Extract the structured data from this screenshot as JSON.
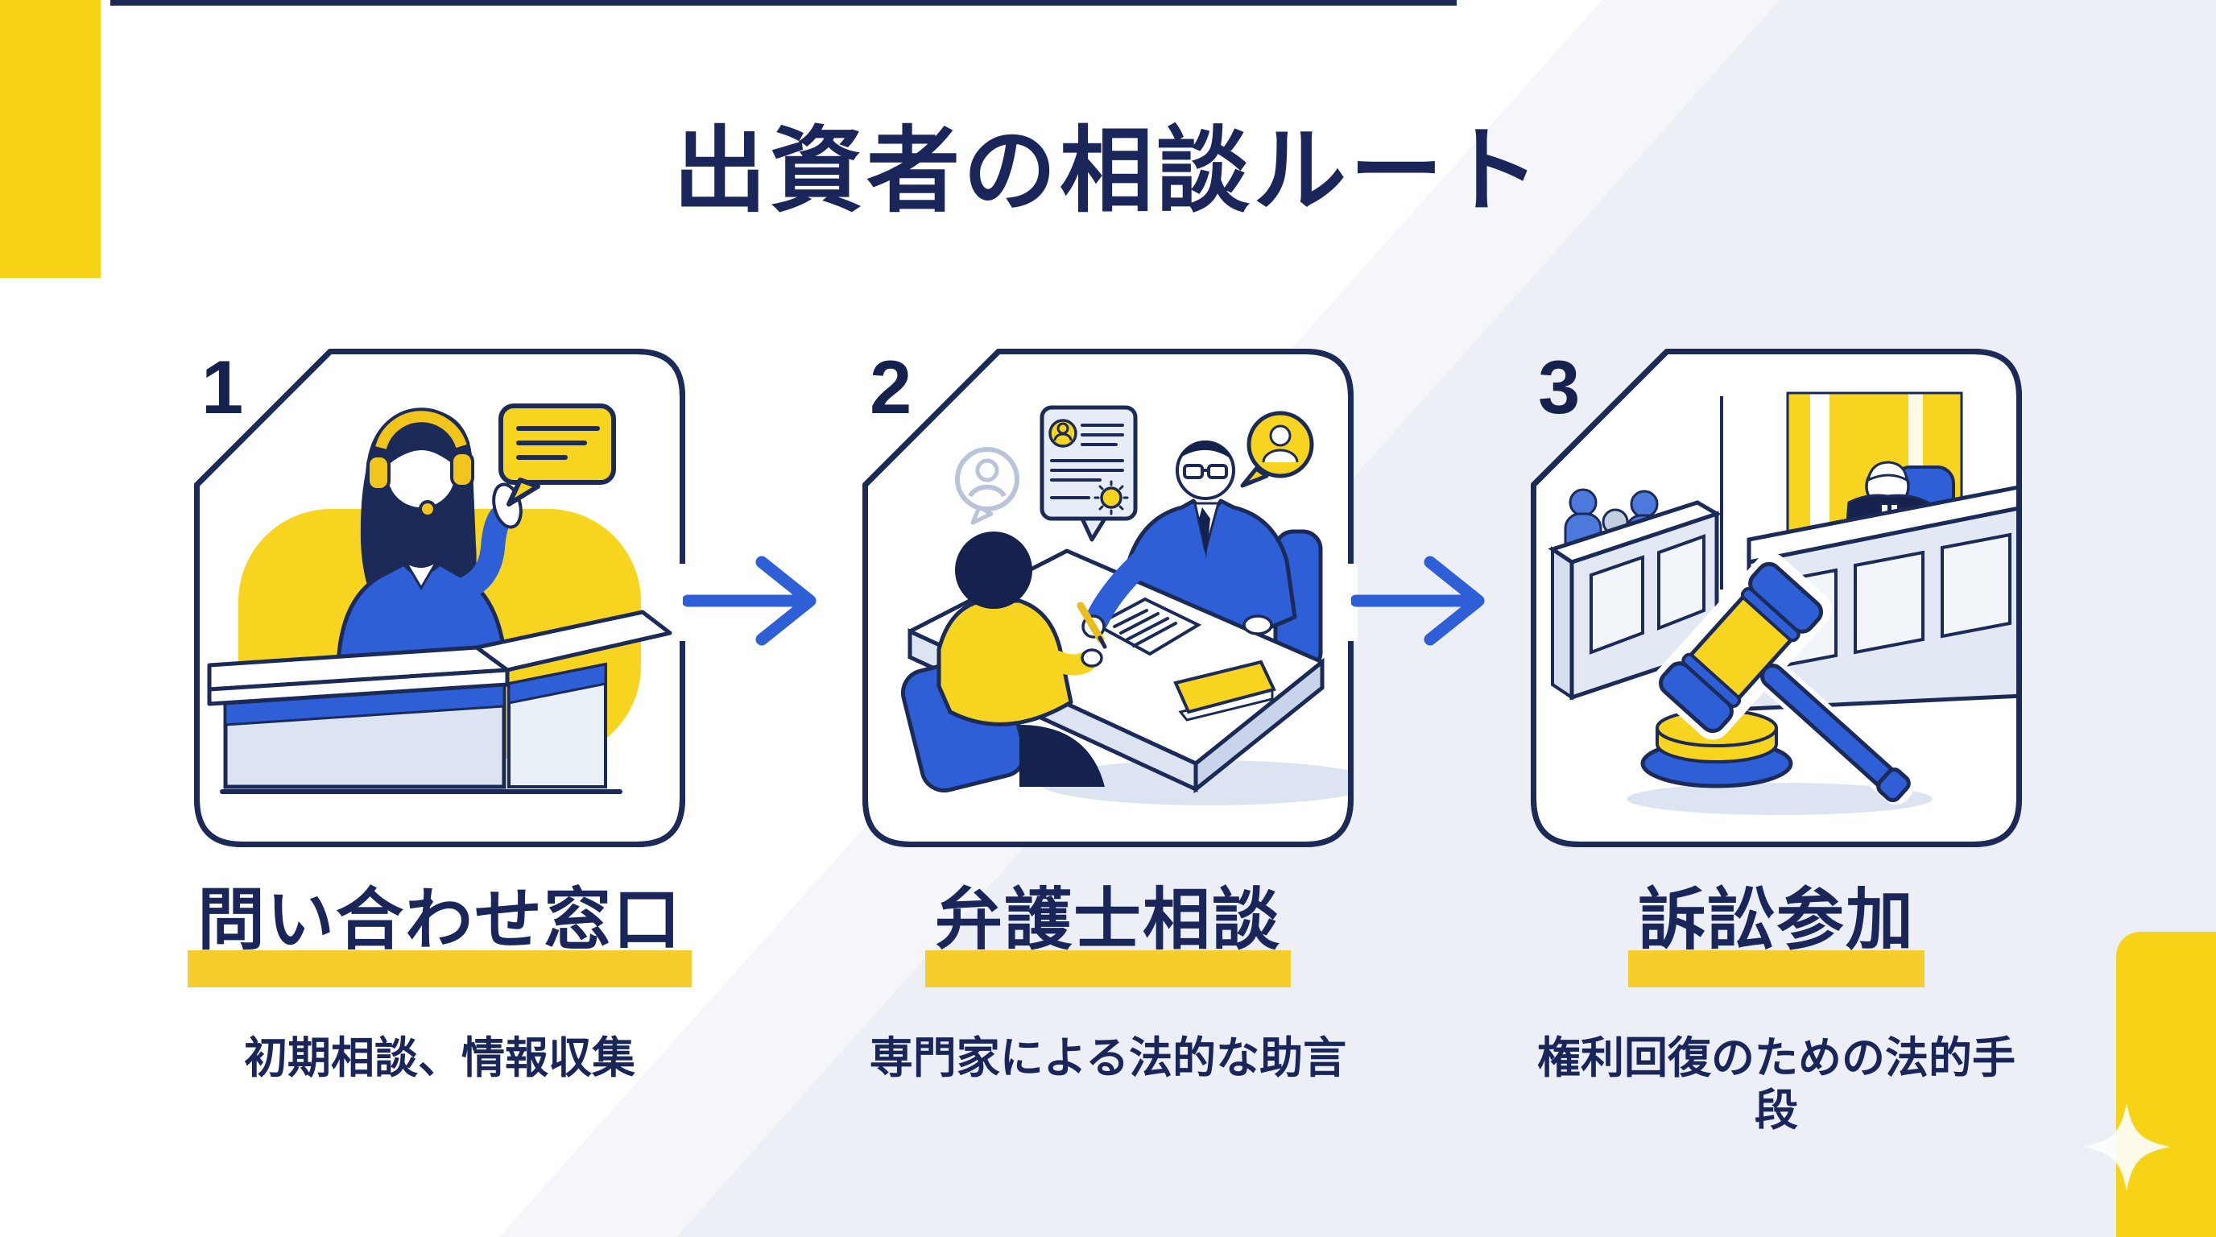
{
  "page": {
    "title": "出資者の相談ルート"
  },
  "palette": {
    "navy_text": "#1A265A",
    "deep_navy": "#16224E",
    "outline_navy": "#1B2A56",
    "figure_blue": "#2F5FD6",
    "arrow_blue": "#2F5FD6",
    "yellow": "#F7D41F",
    "accent_yellow": "#F7D318",
    "highlight_yellow": "#F5CE2E",
    "light_panel": "#DCE4F2",
    "background_grey": "#ECEFF5"
  },
  "steps": [
    {
      "number": "1",
      "label": "問い合わせ窓口",
      "description": "初期相談、情報収集",
      "illustration": "call-center-receptionist"
    },
    {
      "number": "2",
      "label": "弁護士相談",
      "description": "専門家による法的な助言",
      "illustration": "lawyer-consultation"
    },
    {
      "number": "3",
      "label": "訴訟参加",
      "description": "権利回復のための法的手段",
      "illustration": "courtroom-gavel"
    }
  ],
  "icons": {
    "arrow": "right-arrow",
    "step1": [
      "speech-bubble-icon",
      "headset-icon"
    ],
    "step2": [
      "person-bubble-icon",
      "document-bubble-icon",
      "person-bubble-yellow-icon"
    ],
    "step3": [
      "gavel-icon"
    ]
  }
}
